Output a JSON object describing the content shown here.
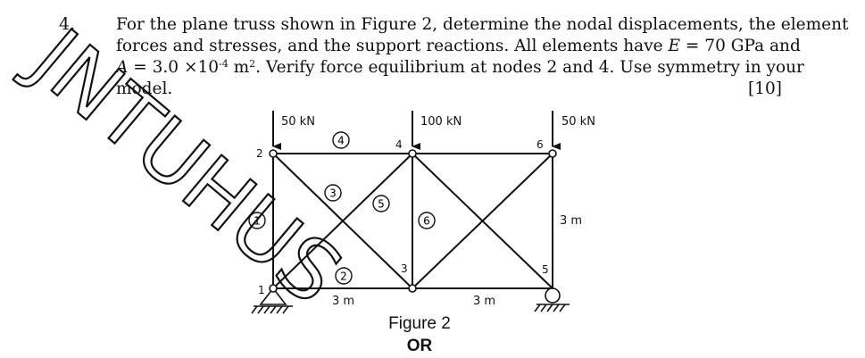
{
  "question": {
    "number": "4.",
    "line1": "For the plane truss shown in Figure 2, determine the nodal displacements, the element",
    "line2": "forces and stresses, and the support reactions. All elements have",
    "E_symbol": "E",
    "E_value": "= 70 GPa and",
    "A_symbol": "A",
    "A_value": "= 3.0 ×10",
    "A_exp": "-4",
    "A_unit": "m",
    "A_unit_exp": "2",
    "line3_rest": ". Verify force equilibrium at nodes 2 and 4. Use symmetry in your",
    "line4": "model.",
    "marks": "[10]"
  },
  "figure": {
    "loads": [
      "50 kN",
      "100 kN",
      "50 kN"
    ],
    "node_labels": [
      "1",
      "2",
      "3",
      "4",
      "5",
      "6"
    ],
    "element_labels": [
      "1",
      "2",
      "3",
      "4",
      "5",
      "6"
    ],
    "dimensions": {
      "bay_left": "3 m",
      "bay_right": "3 m",
      "height": "3 m"
    },
    "caption": "Figure 2",
    "or_text": "OR"
  },
  "watermark": "JNTUHUS"
}
